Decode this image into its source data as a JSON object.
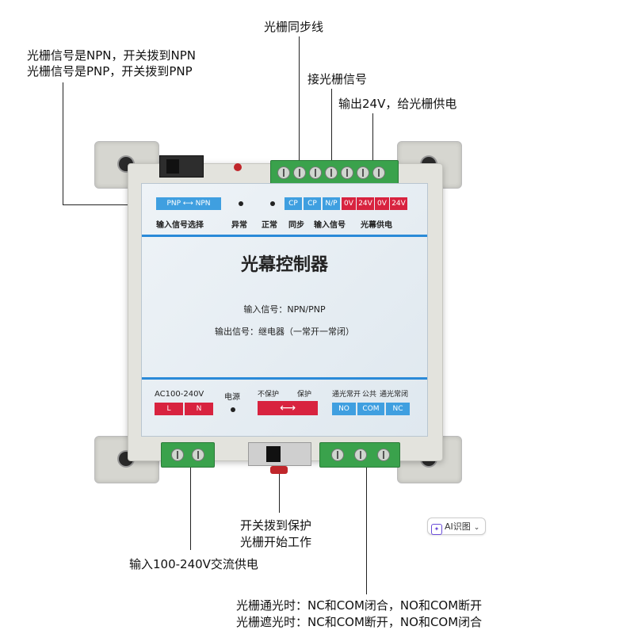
{
  "annotations": {
    "sync_line": "光栅同步线",
    "npn_line1": "光栅信号是NPN，开关拨到NPN",
    "npn_line2": "光栅信号是PNP，开关拨到PNP",
    "signal_in": "接光栅信号",
    "power_out": "输出24V，给光栅供电",
    "protect_line1": "开关拨到保护",
    "protect_line2": "光栅开始工作",
    "ac_input": "输入100-240V交流供电",
    "nc_line1": "光栅通光时：NC和COM闭合，NO和COM断开",
    "nc_line2": "光栅遮光时：NC和COM断开，NO和COM闭合"
  },
  "panel": {
    "top_pills": {
      "pnp_npn": "PNP ⟷ NPN",
      "cp1": "CP",
      "cp2": "CP",
      "np": "N/P",
      "v0a": "0V",
      "v24a": "24V",
      "v0b": "0V",
      "v24b": "24V"
    },
    "top_labels": {
      "input_select": "输入信号选择",
      "fault": "异常",
      "normal": "正常",
      "sync": "同步",
      "input_signal": "输入信号",
      "curtain_power": "光幕供电"
    },
    "title": "光幕控制器",
    "spec_input": "输入信号：NPN/PNP",
    "spec_output": "输出信号：继电器（一常开一常闭）",
    "bottom": {
      "ac": "AC100-240V",
      "l": "L",
      "n": "N",
      "power": "电源",
      "no_protect": "不保护",
      "protect": "保护",
      "open_label": "通光常开",
      "common_label": "公共",
      "closed_label": "通光常闭",
      "no": "NO",
      "com": "COM",
      "nc": "NC"
    }
  },
  "ai_button": {
    "label": "AI识图",
    "icon": "ai-scan-icon"
  }
}
